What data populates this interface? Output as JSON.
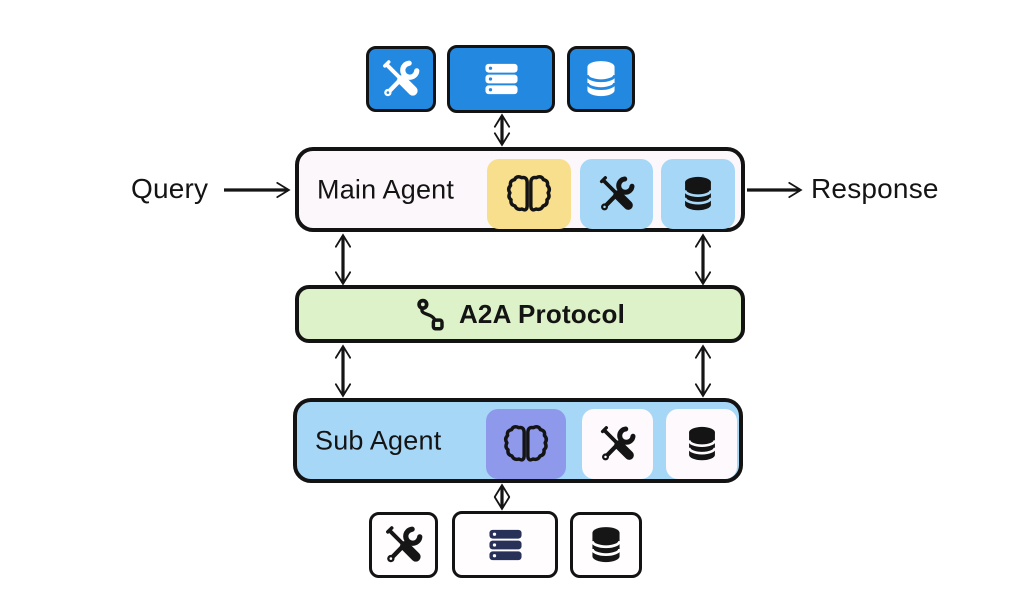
{
  "labels": {
    "query": "Query",
    "response": "Response"
  },
  "top_resources": {
    "icons": [
      "tools-icon",
      "server-icon",
      "database-icon"
    ]
  },
  "main_agent": {
    "label": "Main Agent",
    "icons": [
      "brain-icon",
      "tools-icon",
      "database-icon"
    ]
  },
  "a2a_protocol": {
    "label": "A2A Protocol",
    "icon": "route-icon"
  },
  "sub_agent": {
    "label": "Sub Agent",
    "icons": [
      "brain-icon",
      "tools-icon",
      "database-icon"
    ]
  },
  "bottom_resources": {
    "icons": [
      "tools-icon",
      "server-icon",
      "database-icon"
    ]
  },
  "colors": {
    "resource_blue": "#2288e0",
    "main_agent_bg": "#fcf7fb",
    "brain_chip_yellow": "#f7df8e",
    "tool_chip_blue": "#a6d7f7",
    "a2a_green": "#ddf2c8",
    "sub_agent_blue": "#a7d7f6",
    "brain_chip_periwinkle": "#8e99ec",
    "white_chip": "#fdf9fc",
    "server_icon_navy": "#283158",
    "line_black": "#151515"
  }
}
